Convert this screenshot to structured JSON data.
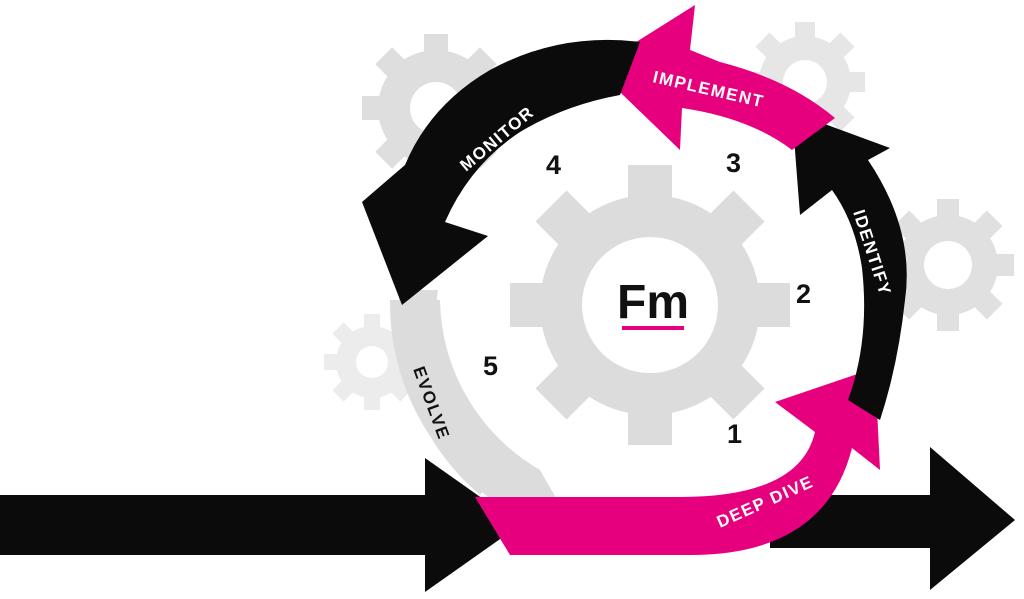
{
  "logo": {
    "text": "Fm",
    "underline_color": "#e6007e"
  },
  "colors": {
    "pink": "#e6007e",
    "black": "#0b0b0b",
    "grey": "#dcdcdc",
    "gear": "#d9d9d9",
    "gear_light": "#e9e9e9"
  },
  "steps": [
    {
      "number": "1",
      "label": "DEEP DIVE",
      "arrow_color": "pink"
    },
    {
      "number": "2",
      "label": "IDENTIFY",
      "arrow_color": "black"
    },
    {
      "number": "3",
      "label": "IMPLEMENT",
      "arrow_color": "pink"
    },
    {
      "number": "4",
      "label": "MONITOR",
      "arrow_color": "black"
    },
    {
      "number": "5",
      "label": "EVOLVE",
      "arrow_color": "grey"
    }
  ],
  "icons": [
    "gear-icon",
    "arrow-icon"
  ]
}
